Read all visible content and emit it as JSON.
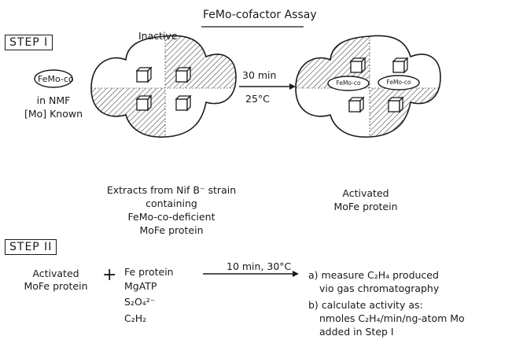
{
  "title": "FeMo-cofactor Assay",
  "step1": {
    "label": "STEP I",
    "reagent_label": "FeMo-co",
    "reagent_line1": "in NMF",
    "reagent_line2": "[Mo] Known",
    "inactive_label": "Inactive",
    "arrow_top": "30 min",
    "arrow_bottom": "25°C",
    "bound_label_left": "FeMo-co",
    "bound_label_right": "FeMo-co",
    "left_caption": [
      "Extracts from Nif B⁻ strain",
      "containing",
      "FeMo-co-deficient",
      "MoFe protein"
    ],
    "right_caption": [
      "Activated",
      "MoFe protein"
    ]
  },
  "step2": {
    "label": "STEP II",
    "reactant_line1": "Activated",
    "reactant_line2": "MoFe protein",
    "plus": "+",
    "additions": [
      "Fe protein",
      "MgATP",
      "S₂O₄²⁻",
      "C₂H₂"
    ],
    "arrow_label": "10 min, 30°C",
    "results": [
      "a) measure C₂H₄ produced",
      "vio gas chromatography",
      "b) calculate activity as:",
      "nmoles C₂H₄/min/ng-atom Mo",
      "added in Step I"
    ]
  },
  "colors": {
    "ink": "#1a1a1a",
    "hatch": "#555555"
  }
}
